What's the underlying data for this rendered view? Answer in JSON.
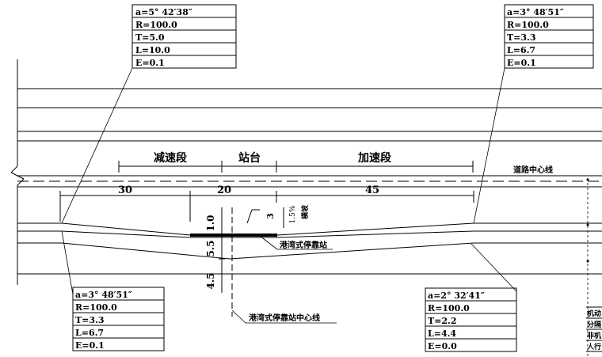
{
  "curve_tables": [
    {
      "rows": [
        "a=5° 42′38″",
        "R=100.0",
        "T=5.0",
        "L=10.0",
        "E=0.1"
      ]
    },
    {
      "rows": [
        "a=3° 48′51″",
        "R=100.0",
        "T=3.3",
        "L=6.7",
        "E=0.1"
      ]
    },
    {
      "rows": [
        "a=3° 48′51″",
        "R=100.0",
        "T=3.3",
        "L=6.7",
        "E=0.1"
      ]
    },
    {
      "rows": [
        "a=2° 32′41″",
        "R=100.0",
        "T=2.2",
        "L=4.4",
        "E=0.0"
      ]
    }
  ],
  "segments": {
    "decel": "减速段",
    "platform": "站台",
    "accel": "加速段"
  },
  "lengths": {
    "decel": "30",
    "platform": "20",
    "accel": "45"
  },
  "labels": {
    "road_centerline": "道路中心线",
    "bus_bay": "港湾式停靠站",
    "bus_bay_centerline": "港湾式停靠站中心线",
    "slope": "1.5%",
    "slope_dir": "横坡"
  },
  "dimensions": {
    "d_1_0": "1.0",
    "d_5_5": "5.5",
    "d_4_5": "4.5",
    "d_3": "3"
  },
  "side_legend": [
    "机动",
    "分隔",
    "非机",
    "人行"
  ]
}
